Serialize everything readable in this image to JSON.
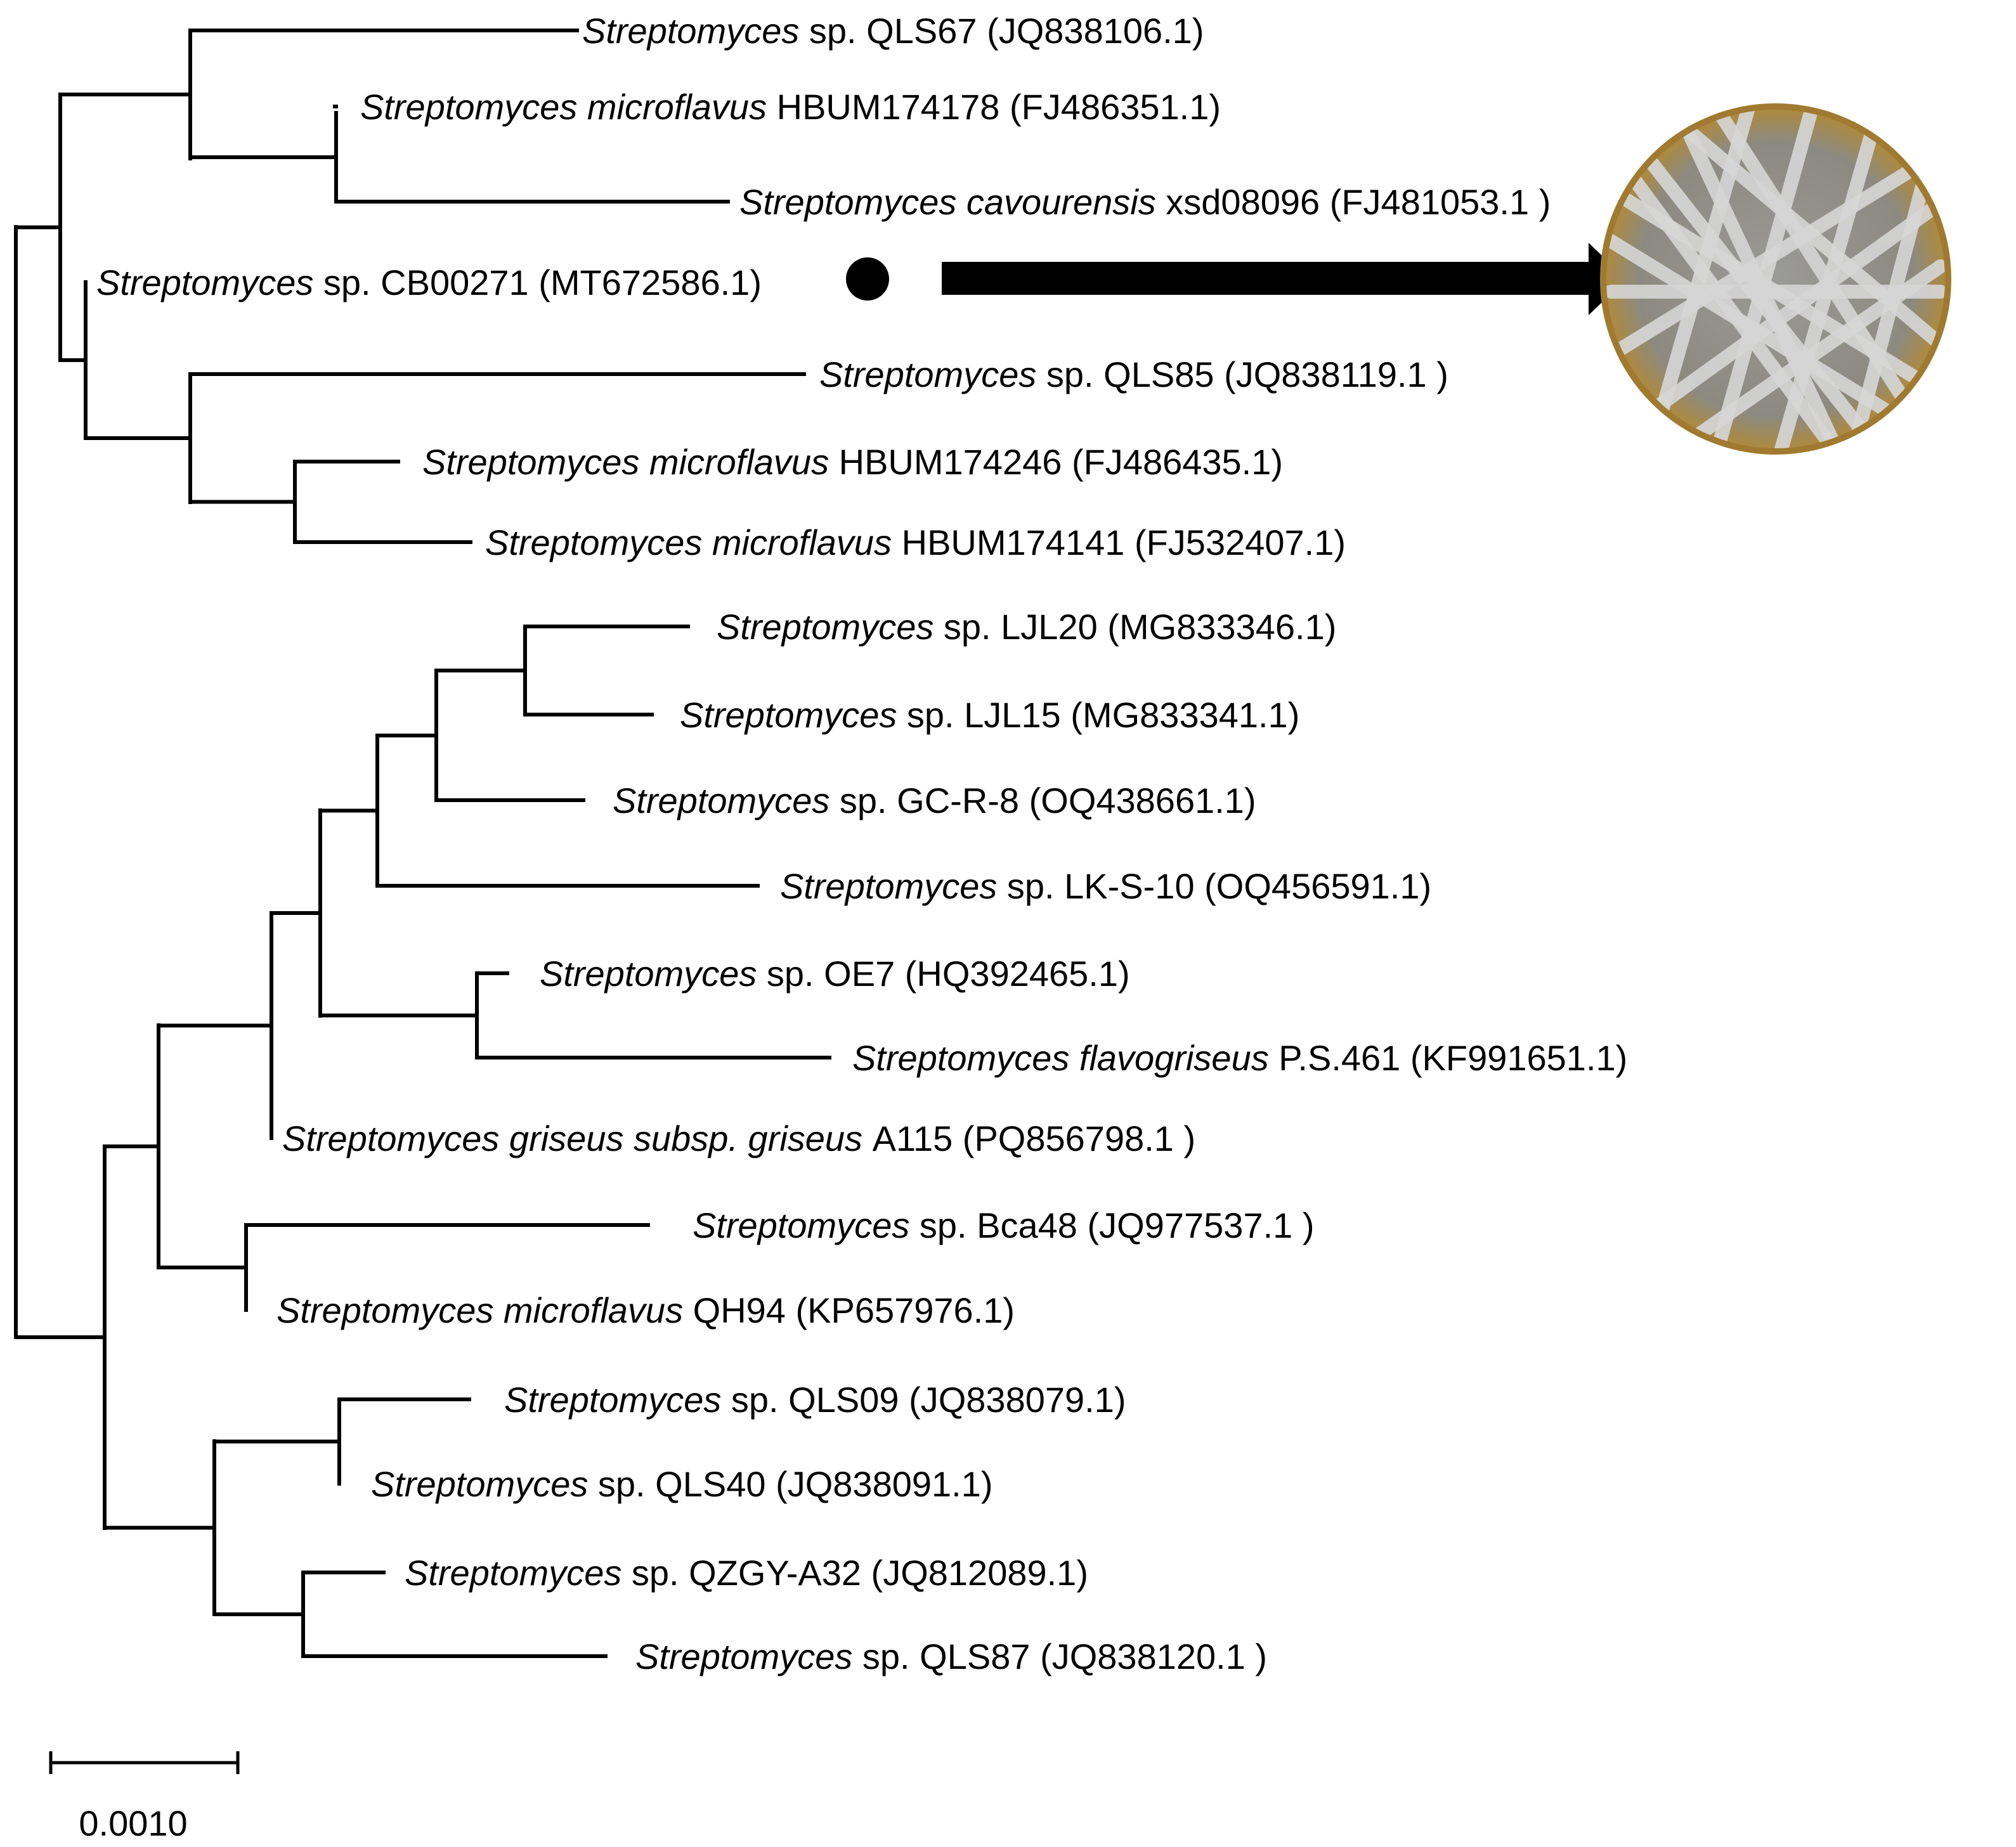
{
  "taxa": [
    {
      "id": "t1",
      "parts": [
        {
          "text": "Streptomyces",
          "italic": true
        },
        {
          "text": " sp. QLS67 (JQ838106.1)",
          "italic": false
        }
      ]
    },
    {
      "id": "t2",
      "parts": [
        {
          "text": "Streptomyces microflavus",
          "italic": true
        },
        {
          "text": " HBUM174178 (FJ486351.1)",
          "italic": false
        }
      ]
    },
    {
      "id": "t3",
      "parts": [
        {
          "text": "Streptomyces cavourensis",
          "italic": true
        },
        {
          "text": " xsd08096 (FJ481053.1 )",
          "italic": false
        }
      ]
    },
    {
      "id": "t4",
      "parts": [
        {
          "text": "Streptomyces",
          "italic": true
        },
        {
          "text": " sp. CB00271 (MT672586.1)",
          "italic": false
        }
      ]
    },
    {
      "id": "t5",
      "parts": [
        {
          "text": "Streptomyces",
          "italic": true
        },
        {
          "text": " sp. QLS85 (JQ838119.1 )",
          "italic": false
        }
      ]
    },
    {
      "id": "t6",
      "parts": [
        {
          "text": "Streptomyces microflavus",
          "italic": true
        },
        {
          "text": " HBUM174246 (FJ486435.1)",
          "italic": false
        }
      ]
    },
    {
      "id": "t7",
      "parts": [
        {
          "text": "Streptomyces microflavus",
          "italic": true
        },
        {
          "text": " HBUM174141 (FJ532407.1)",
          "italic": false
        }
      ]
    },
    {
      "id": "t8",
      "parts": [
        {
          "text": "Streptomyces",
          "italic": true
        },
        {
          "text": " sp. LJL20 (MG833346.1)",
          "italic": false
        }
      ]
    },
    {
      "id": "t9",
      "parts": [
        {
          "text": "Streptomyces",
          "italic": true
        },
        {
          "text": " sp. LJL15 (MG833341.1)",
          "italic": false
        }
      ]
    },
    {
      "id": "t10",
      "parts": [
        {
          "text": "Streptomyces",
          "italic": true
        },
        {
          "text": " sp. GC-R-8 (OQ438661.1)",
          "italic": false
        }
      ]
    },
    {
      "id": "t11",
      "parts": [
        {
          "text": "Streptomyces",
          "italic": true
        },
        {
          "text": " sp. LK-S-10 (OQ456591.1)",
          "italic": false
        }
      ]
    },
    {
      "id": "t12",
      "parts": [
        {
          "text": "Streptomyces",
          "italic": true
        },
        {
          "text": " sp. OE7 (HQ392465.1)",
          "italic": false
        }
      ]
    },
    {
      "id": "t13",
      "parts": [
        {
          "text": "Streptomyces flavogriseus",
          "italic": true
        },
        {
          "text": " P.S.461 (KF991651.1)",
          "italic": false
        }
      ]
    },
    {
      "id": "t14",
      "parts": [
        {
          "text": "Streptomyces griseus subsp. griseus",
          "italic": true
        },
        {
          "text": " A115 (PQ856798.1 )",
          "italic": false
        }
      ]
    },
    {
      "id": "t15",
      "parts": [
        {
          "text": "Streptomyces",
          "italic": true
        },
        {
          "text": " sp. Bca48 (JQ977537.1 )",
          "italic": false
        }
      ]
    },
    {
      "id": "t16",
      "parts": [
        {
          "text": "Streptomyces microflavus",
          "italic": true
        },
        {
          "text": " QH94 (KP657976.1)",
          "italic": false
        }
      ]
    },
    {
      "id": "t17",
      "parts": [
        {
          "text": "Streptomyces",
          "italic": true
        },
        {
          "text": " sp. QLS09 (JQ838079.1)",
          "italic": false
        }
      ]
    },
    {
      "id": "t18",
      "parts": [
        {
          "text": "Streptomyces",
          "italic": true
        },
        {
          "text": " sp. QLS40 (JQ838091.1)",
          "italic": false
        }
      ]
    },
    {
      "id": "t19",
      "parts": [
        {
          "text": "Streptomyces",
          "italic": true
        },
        {
          "text": " sp. QZGY-A32 (JQ812089.1)",
          "italic": false
        }
      ]
    },
    {
      "id": "t20",
      "parts": [
        {
          "text": "Streptomyces",
          "italic": true
        },
        {
          "text": " sp. QLS87 (JQ838120.1 )",
          "italic": false
        }
      ]
    }
  ],
  "highlighted_taxon": "t4",
  "scale_bar": {
    "label": "0.0010",
    "value": 0.001
  },
  "colors": {
    "line": "#000000",
    "background": "#ffffff",
    "plate": "#b08a3a",
    "growth": "#d6d6d6"
  },
  "icons": {
    "marker": "filled-circle",
    "arrow": "right-arrow",
    "photo": "culture-plate"
  }
}
